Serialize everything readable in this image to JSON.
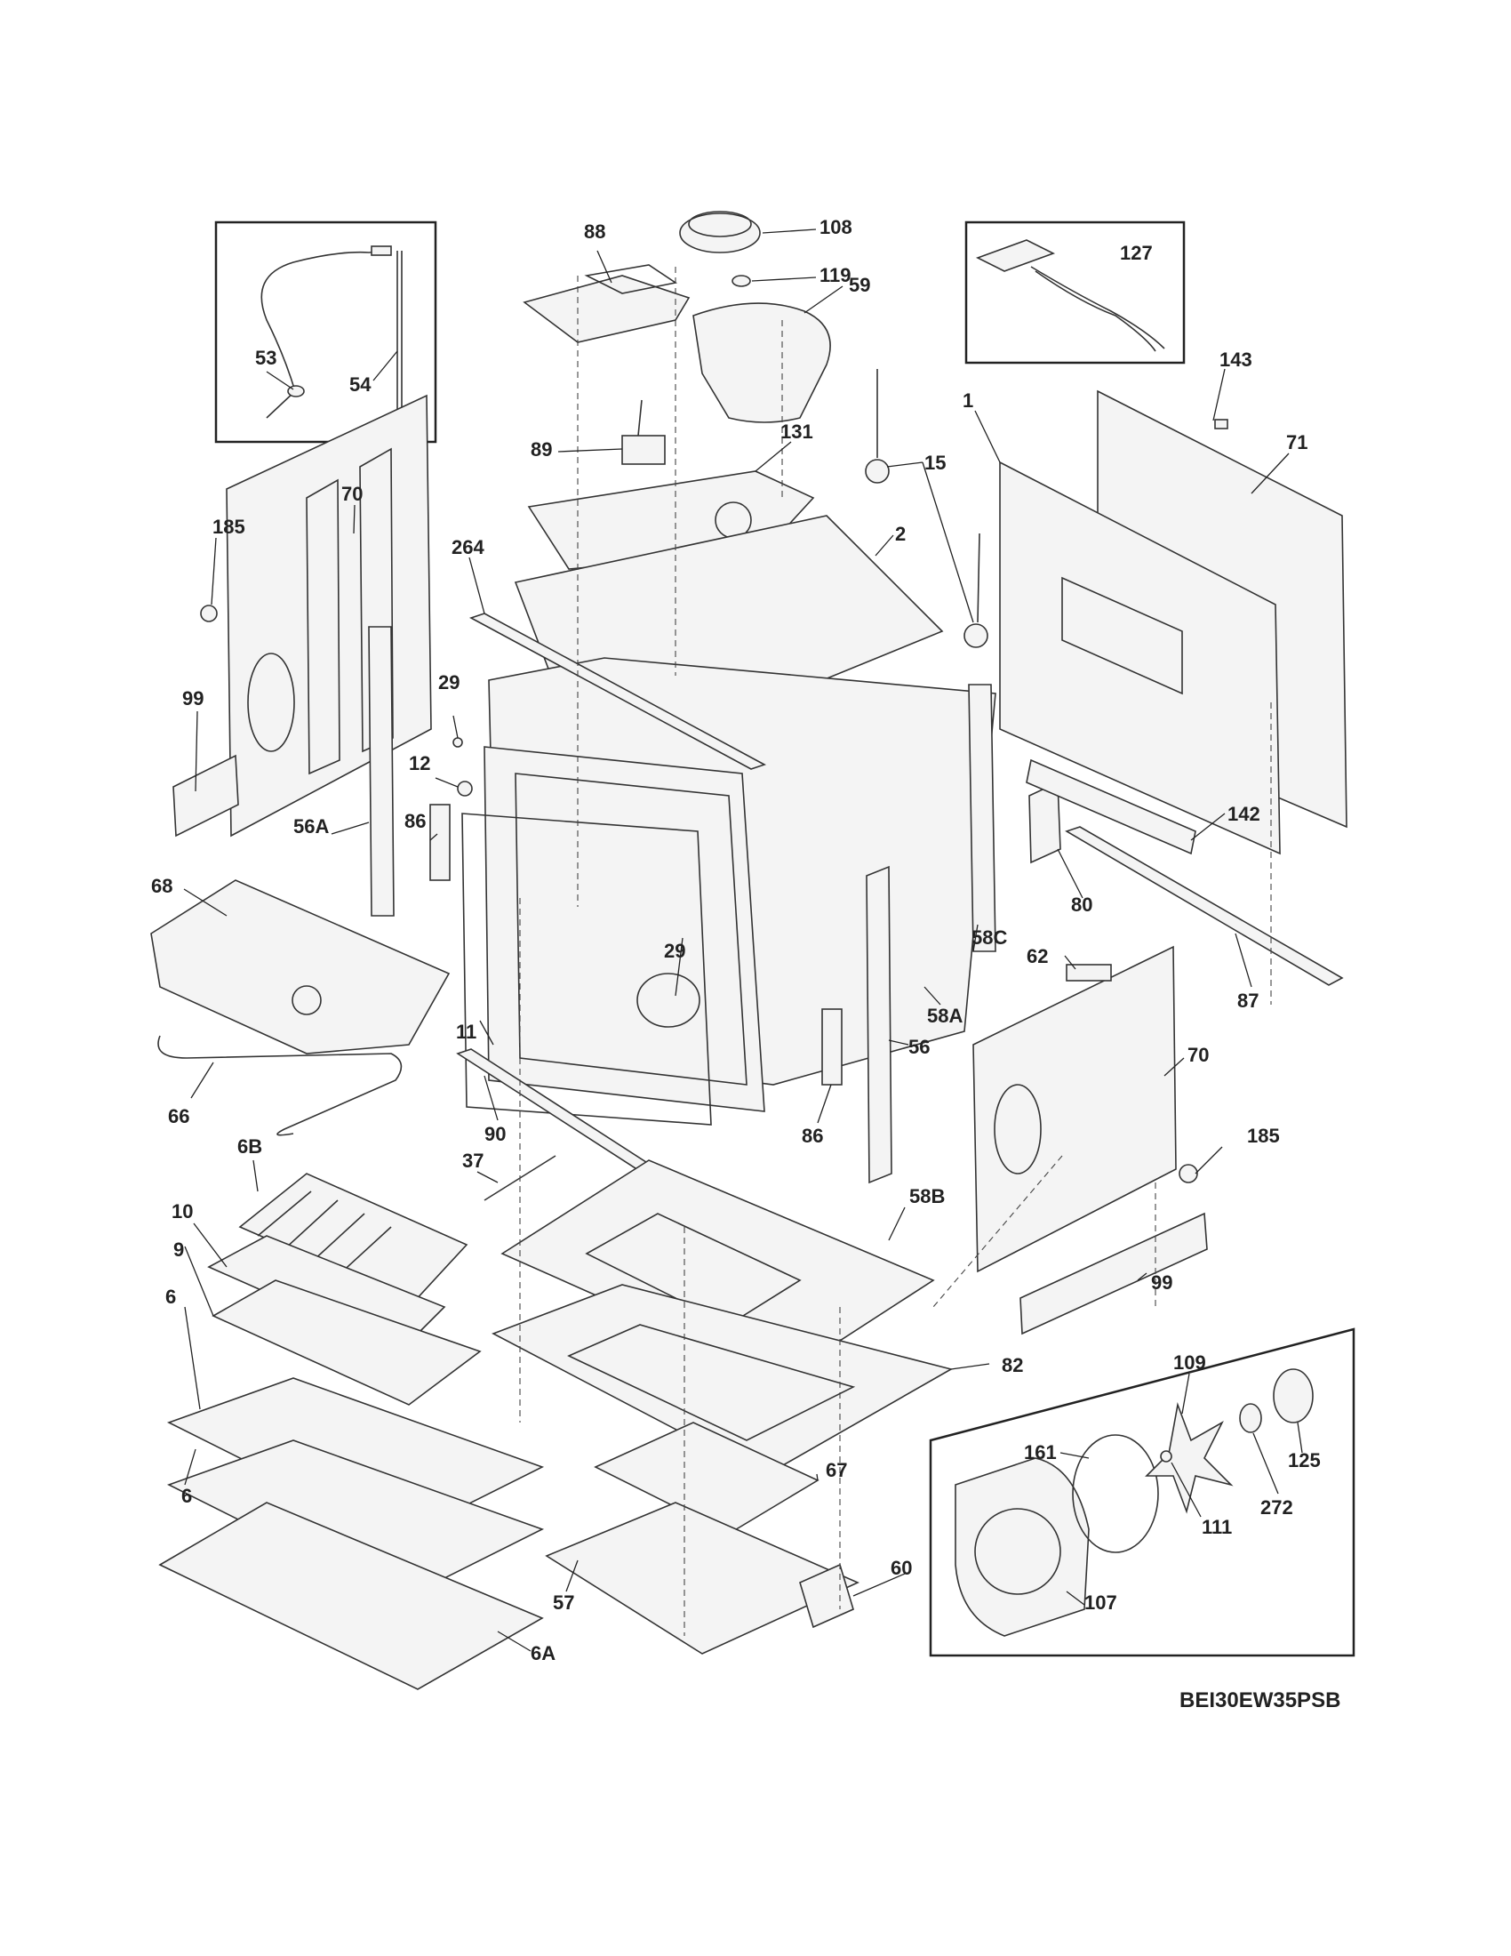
{
  "model_code": "BEI30EW35PSB",
  "callouts": [
    {
      "id": "53"
    },
    {
      "id": "54"
    },
    {
      "id": "88"
    },
    {
      "id": "108"
    },
    {
      "id": "119"
    },
    {
      "id": "59"
    },
    {
      "id": "127"
    },
    {
      "id": "143"
    },
    {
      "id": "71"
    },
    {
      "id": "1"
    },
    {
      "id": "15"
    },
    {
      "id": "89"
    },
    {
      "id": "131"
    },
    {
      "id": "185"
    },
    {
      "id": "70"
    },
    {
      "id": "264"
    },
    {
      "id": "2"
    },
    {
      "id": "99"
    },
    {
      "id": "29"
    },
    {
      "id": "12"
    },
    {
      "id": "86"
    },
    {
      "id": "56A"
    },
    {
      "id": "142"
    },
    {
      "id": "80"
    },
    {
      "id": "68"
    },
    {
      "id": "29"
    },
    {
      "id": "58C"
    },
    {
      "id": "62"
    },
    {
      "id": "87"
    },
    {
      "id": "11"
    },
    {
      "id": "58A"
    },
    {
      "id": "56"
    },
    {
      "id": "70"
    },
    {
      "id": "66"
    },
    {
      "id": "90"
    },
    {
      "id": "86"
    },
    {
      "id": "185"
    },
    {
      "id": "6B"
    },
    {
      "id": "37"
    },
    {
      "id": "58B"
    },
    {
      "id": "10"
    },
    {
      "id": "9"
    },
    {
      "id": "99"
    },
    {
      "id": "6"
    },
    {
      "id": "82"
    },
    {
      "id": "109"
    },
    {
      "id": "6"
    },
    {
      "id": "161"
    },
    {
      "id": "125"
    },
    {
      "id": "67"
    },
    {
      "id": "111"
    },
    {
      "id": "272"
    },
    {
      "id": "57"
    },
    {
      "id": "60"
    },
    {
      "id": "107"
    },
    {
      "id": "6A"
    }
  ]
}
